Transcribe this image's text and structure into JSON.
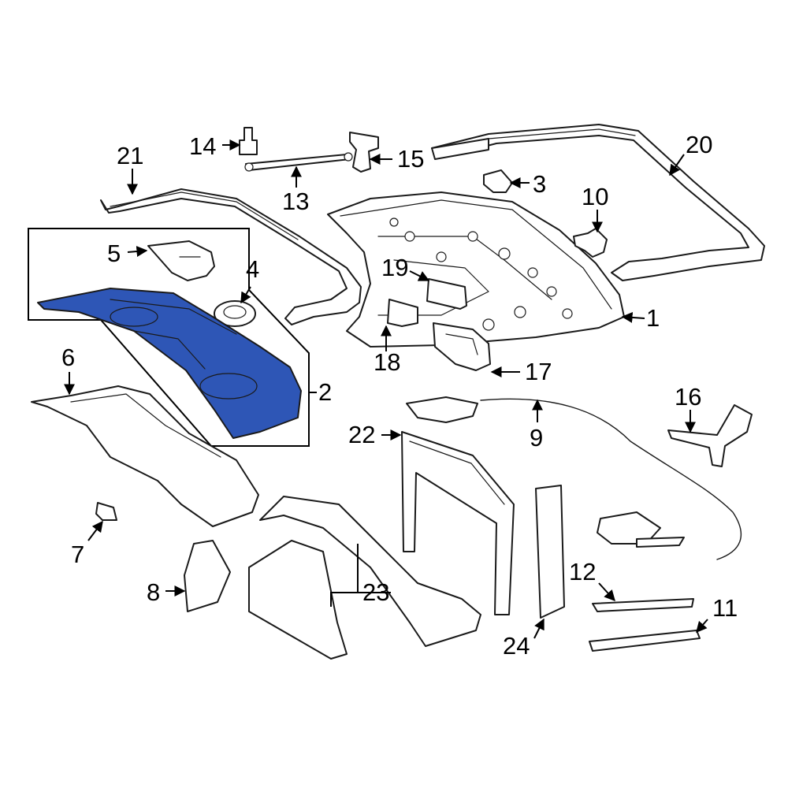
{
  "highlight_color": "#2e56b6",
  "outline_color": "#1a1a1a",
  "callouts": {
    "c1": "1",
    "c2": "2",
    "c3": "3",
    "c4": "4",
    "c5": "5",
    "c6": "6",
    "c7": "7",
    "c8": "8",
    "c9": "9",
    "c10": "10",
    "c11": "11",
    "c12": "12",
    "c13": "13",
    "c14": "14",
    "c15": "15",
    "c16": "16",
    "c17": "17",
    "c18": "18",
    "c19": "19",
    "c20": "20",
    "c21": "21",
    "c22": "22",
    "c23": "23",
    "c24": "24"
  },
  "highlighted_part": "2"
}
